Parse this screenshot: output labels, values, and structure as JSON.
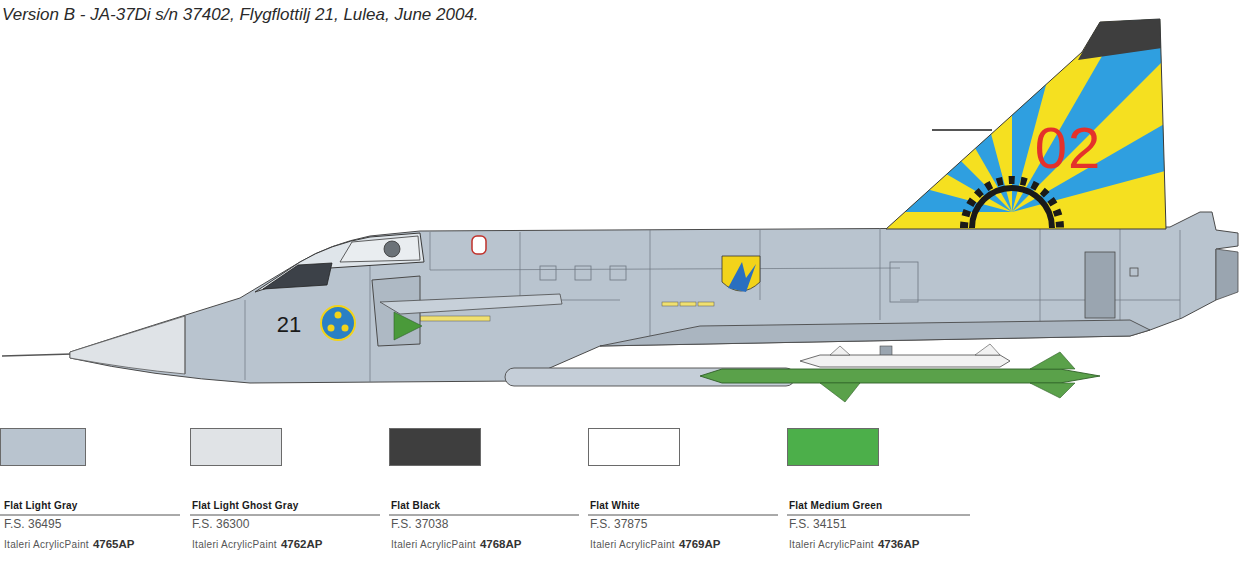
{
  "diagram": {
    "title": "Version B - JA-37Di s/n 37402, Flygflottilj 21, Lulea, June 2004.",
    "labels": [
      "21",
      "02",
      "F.S. 36495",
      "Italeri AcrylicPaint",
      "4765AP",
      "F.S. 36300",
      "Italeri AcrylicPaint",
      "4762AP",
      "F.S. 37038",
      "Italeri AcrylicPaint",
      "4768AP",
      "F.S. 37875",
      "Italeri AcrylicPaint",
      "4769AP",
      "F.S. 34151",
      "Italeri AcrylicPaint",
      "4736AP"
    ],
    "legend": [
      {
        "text": "Flat Light Gray",
        "color": "#b9c4cf"
      },
      {
        "text": "Flat Light Ghost Gray",
        "color": "#e0e3e6"
      },
      {
        "text": "Flat Black",
        "color": "#3e3e3e"
      },
      {
        "text": "Flat White",
        "color": "#ffffff"
      },
      {
        "text": "Flat Medium Green",
        "color": "#4caf4a"
      }
    ]
  }
}
